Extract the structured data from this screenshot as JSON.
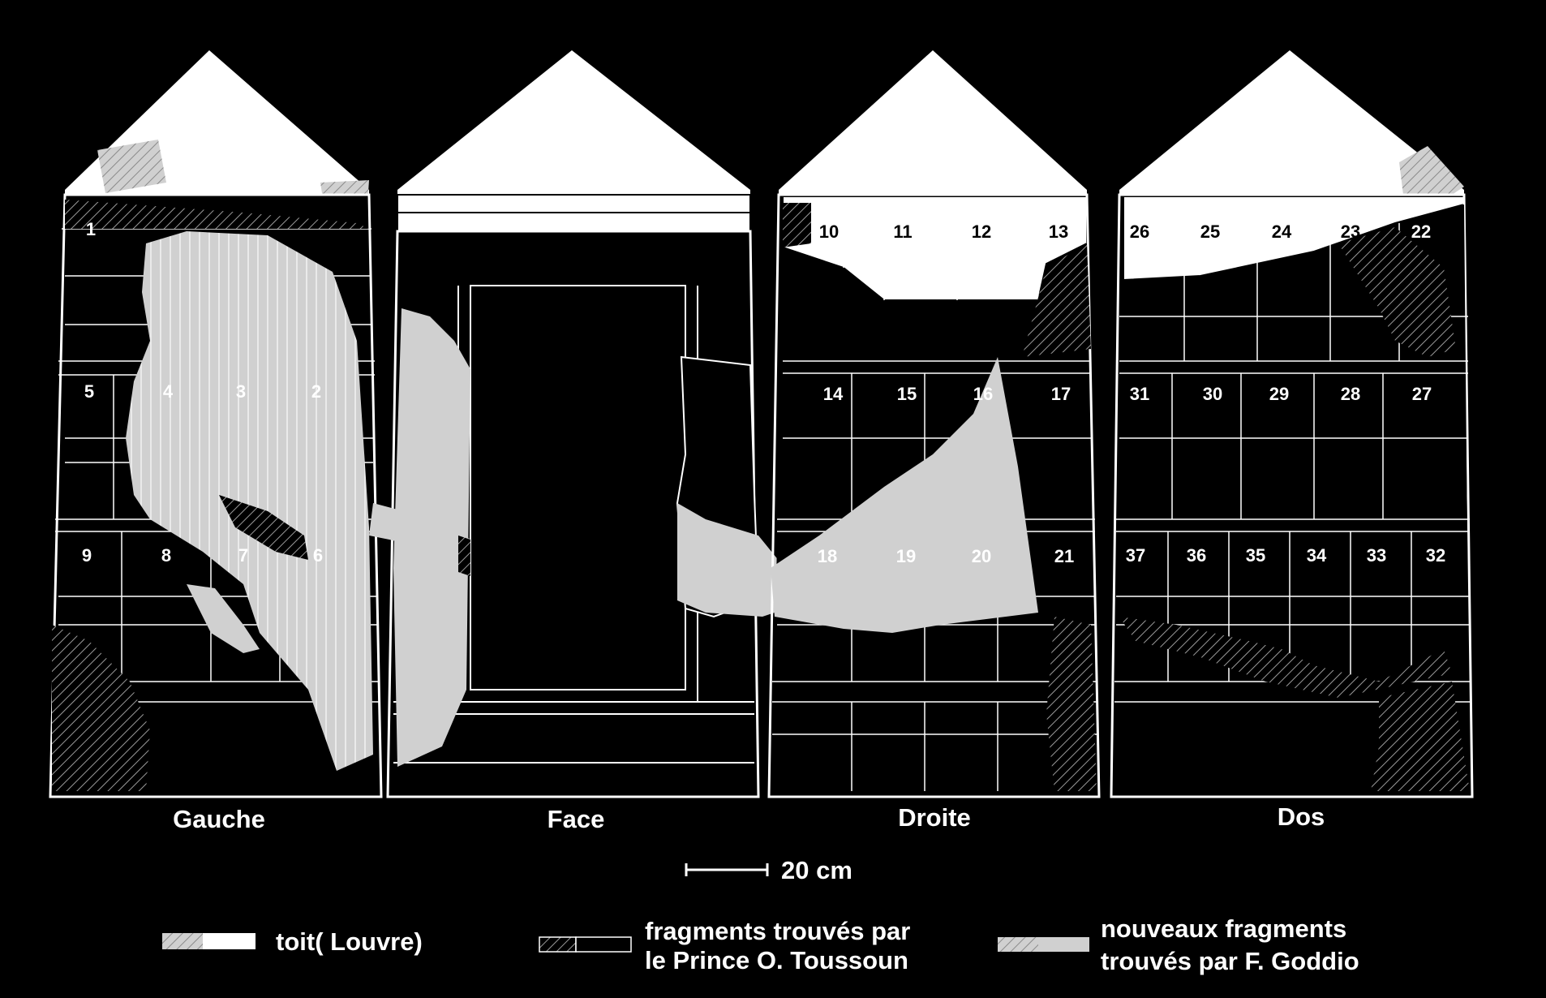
{
  "faces": [
    {
      "key": "gauche",
      "label": "Gauche"
    },
    {
      "key": "face",
      "label": "Face"
    },
    {
      "key": "droite",
      "label": "Droite"
    },
    {
      "key": "dos",
      "label": "Dos"
    }
  ],
  "cells": {
    "gauche": {
      "row1": [
        "1"
      ],
      "row2": [
        "5",
        "4",
        "3",
        "2"
      ],
      "row3": [
        "9",
        "8",
        "7",
        "6"
      ]
    },
    "droite": {
      "row1": [
        "10",
        "11",
        "12",
        "13"
      ],
      "row2": [
        "14",
        "15",
        "16",
        "17"
      ],
      "row3": [
        "18",
        "19",
        "20",
        "21"
      ]
    },
    "dos": {
      "row1": [
        "26",
        "25",
        "24",
        "23",
        "22"
      ],
      "row2": [
        "31",
        "30",
        "29",
        "28",
        "27"
      ],
      "row3": [
        "37",
        "36",
        "35",
        "34",
        "33",
        "32"
      ]
    }
  },
  "scale": {
    "label": "20 cm"
  },
  "legend": [
    {
      "key": "toit",
      "lines": [
        "toit( Louvre)"
      ],
      "fill": "#ffffff"
    },
    {
      "key": "toussoun",
      "lines": [
        "fragments trouvés par",
        "le Prince O. Toussoun"
      ],
      "fill": "#000000"
    },
    {
      "key": "goddio",
      "lines": [
        "nouveaux fragments",
        "trouvés par F. Goddio"
      ],
      "fill": "#d0d0d0"
    }
  ],
  "colors": {
    "background": "#000000",
    "roof": "#ffffff",
    "line": "#ffffff",
    "goddio_fragment": "#d0d0d0"
  }
}
